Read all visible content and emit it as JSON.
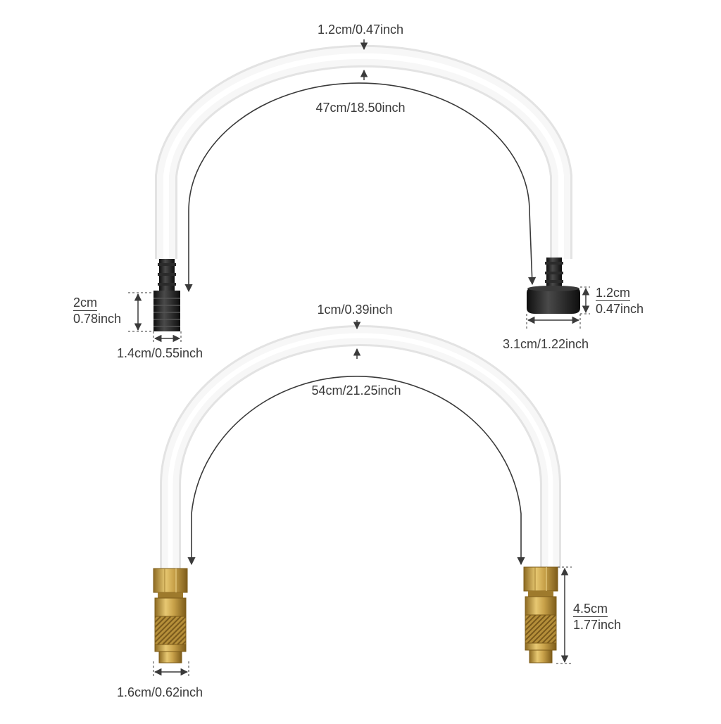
{
  "hose_top": {
    "diameter_label": "1.2cm/0.47inch",
    "length_label": "47cm/18.50inch",
    "left_fitting": {
      "height_cm": "2cm",
      "height_inch": "0.78inch",
      "width_label": "1.4cm/0.55inch"
    },
    "right_fitting": {
      "height_cm": "1.2cm",
      "height_inch": "0.47inch",
      "width_label": "3.1cm/1.22inch"
    }
  },
  "hose_bottom": {
    "diameter_label": "1cm/0.39inch",
    "length_label": "54cm/21.25inch",
    "left_fitting": {
      "width_label": "1.6cm/0.62inch"
    },
    "right_fitting": {
      "height_cm": "4.5cm",
      "height_inch": "1.77inch"
    }
  },
  "colors": {
    "tube": "#f4f4f4",
    "tube_edge": "#e2e2e2",
    "dimension_line": "#3a3a3a",
    "fitting_black": "#1e1e1e",
    "brass": "#c9a24a",
    "brass_dark": "#8d6a22"
  }
}
